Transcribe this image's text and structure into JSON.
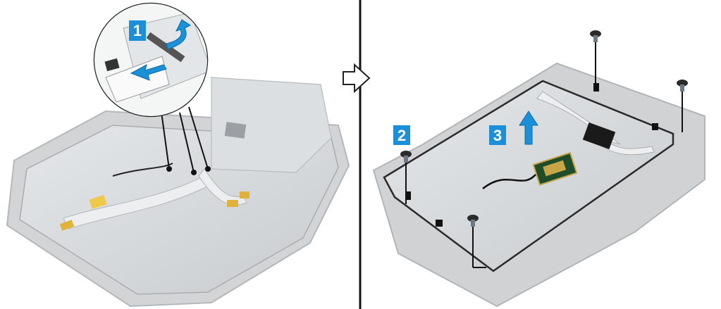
{
  "callouts": {
    "step1": "1",
    "step2": "2",
    "step3": "3"
  },
  "colors": {
    "accent_blue": "#1b8fd8",
    "frame_gray": "#c9cbcc",
    "panel_gray": "#d6d9db",
    "cable_yellow": "#f0c94a",
    "divider": "#111111"
  },
  "icons": {
    "next_step": "arrow-right-outline-icon",
    "lift": "arrow-up-icon",
    "screw": "screw-icon"
  }
}
